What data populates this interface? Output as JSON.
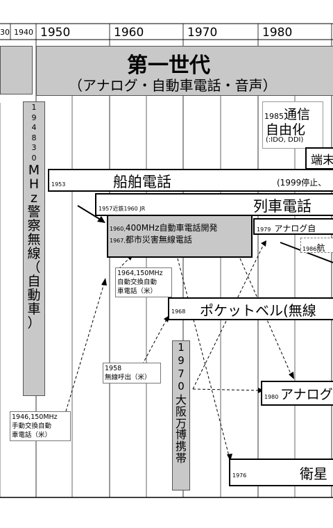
{
  "timeline": {
    "years": [
      "30",
      "1940",
      "1950",
      "1960",
      "1970",
      "1980"
    ]
  },
  "header": {
    "title": "第一世代",
    "subtitle": "（アナログ・自動車電話・音声）"
  },
  "vertical_labels": {
    "police": [
      "1",
      "9",
      "4",
      "8",
      "3",
      "0",
      "M",
      "H",
      "z",
      "警",
      "察",
      "無",
      "線",
      "（",
      "自",
      "動",
      "車",
      "）"
    ],
    "osaka": [
      "1",
      "9",
      "7",
      "0",
      "大",
      "阪",
      "万",
      "博",
      "携",
      "帯"
    ]
  },
  "events": {
    "liberalization": {
      "year": "1985",
      "title": "通信",
      "title2": "自由化",
      "detail": "(:IDO, DDI)"
    },
    "terminal": "端末",
    "ship": {
      "year": "1953",
      "label": "船舶電話",
      "end": "(1999停止、"
    },
    "train": {
      "year_text": "1957近鉄1960 JR",
      "label": "列車電話"
    },
    "car_dev": {
      "y1": "1960,",
      "l1": "400MHz自動車電話開発",
      "y2": "1967,",
      "l2": "都市災害無線電話"
    },
    "analog_car": {
      "year": "1979",
      "label": "アナログ自"
    },
    "aviation": {
      "year": "1986",
      "label": "航"
    },
    "auto_exchange_1964": {
      "l1": "1964,150MHz",
      "l2": "自動交換自動",
      "l3": "車電話（米）"
    },
    "pager": {
      "year": "1968",
      "label": "ポケットベル(無線"
    },
    "paging_1958": {
      "l1": "1958",
      "l2": "無線呼出（米）"
    },
    "analog_1980": {
      "year": "1980",
      "label": "アナログ"
    },
    "manual_1946": {
      "l1": "1946,150MHz",
      "l2": "手動交換自動",
      "l3": "車電話（米）"
    },
    "satellite": {
      "year": "1976",
      "label": "衛星"
    }
  },
  "colors": {
    "gray_fill": "#c8c8c8",
    "line": "#000000"
  }
}
